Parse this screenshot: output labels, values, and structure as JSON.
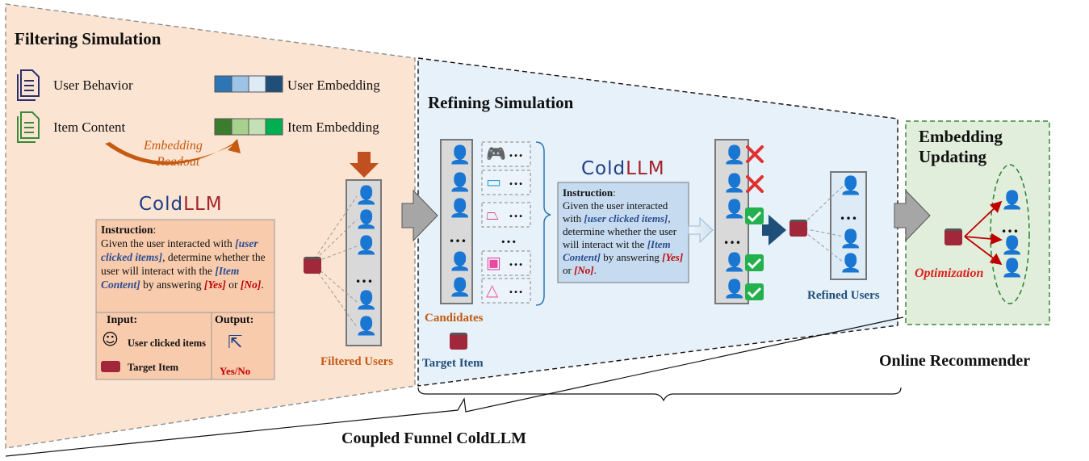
{
  "filtering": {
    "title": "Filtering Simulation",
    "user_behavior": "User Behavior",
    "item_content": "Item Content",
    "user_embedding": "User Embedding",
    "item_embedding": "Item Embedding",
    "readout_line1": "Embedding",
    "readout_line2": "Readout",
    "logo_a": "Cold",
    "logo_b": "LLM",
    "instruction_label": "Instruction",
    "instruction_p1": "Given the user interacted with",
    "instruction_item": "[user clicked items]",
    "instruction_p2": ", determine whether the user will interact with the",
    "instruction_content": "[Item Content]",
    "instruction_p3": " by answering",
    "yes": "[Yes]",
    "or": " or ",
    "no": "[No]",
    "input_label": "Input:",
    "output_label": "Output:",
    "input_user": "User clicked items",
    "input_target": "Target Item",
    "output_value": "Yes/No",
    "filtered_users": "Filtered Users"
  },
  "refining": {
    "title": "Refining Simulation",
    "logo_a": "Cold",
    "logo_b": "LLM",
    "instruction_label": "Instruction",
    "instruction_p1": "Given the user interacted with",
    "instruction_item": "[user clicked items]",
    "instruction_p2": ", determine whether the user will interact wit the",
    "instruction_content": "[Item Content]",
    "instruction_p3": " by answering",
    "yes": "[Yes]",
    "or": " or ",
    "no": "[No]",
    "candidates": "Candidates",
    "target_item": "Target Item",
    "refined_users": "Refined Users",
    "ellipsis": "…"
  },
  "updating": {
    "title_line1": "Embedding",
    "title_line2": "Updating",
    "optimization": "Optimization",
    "online": "Online Recommender"
  },
  "footer": {
    "caption": "Coupled Funnel ColdLLM"
  },
  "colors": {
    "peach": "#fce4d2",
    "light_blue": "#e6f1fa",
    "light_green": "#e1eedb",
    "orange_arrow": "#c0501f",
    "navy_arrow": "#1f4e79",
    "candidate_orange": "#c55a11",
    "refined_blue": "#1f4e79"
  }
}
